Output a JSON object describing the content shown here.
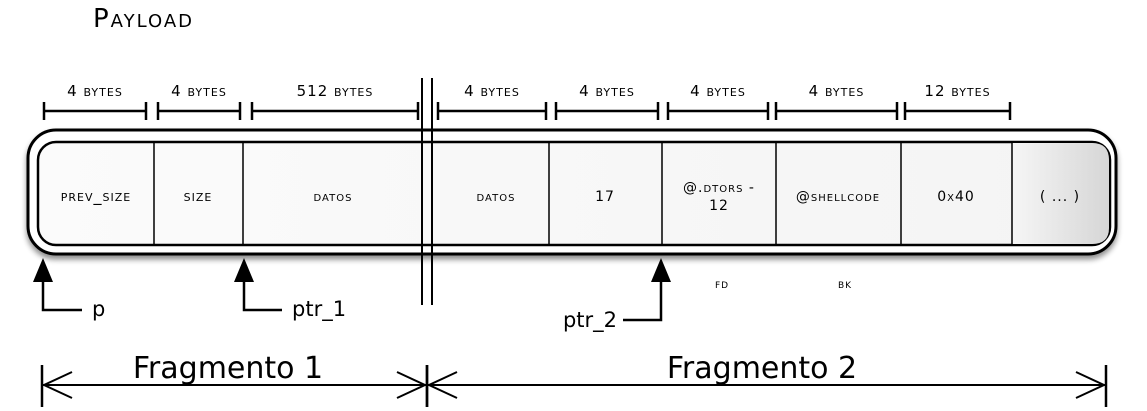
{
  "title": "Payload",
  "size_labels": [
    "4 bytes",
    "4 bytes",
    "512 bytes",
    "4 bytes",
    "4 bytes",
    "4 bytes",
    "4 bytes",
    "12 bytes"
  ],
  "cells": [
    "prev_size",
    "size",
    "datos",
    "datos",
    "17",
    "@.dtors - 12",
    "@shellcode",
    "0x40",
    "( ... )"
  ],
  "field_labels": [
    "fd",
    "bk"
  ],
  "pointers": [
    "p",
    "ptr_1",
    "ptr_2"
  ],
  "fragments": [
    "Fragmento 1",
    "Fragmento 2"
  ]
}
